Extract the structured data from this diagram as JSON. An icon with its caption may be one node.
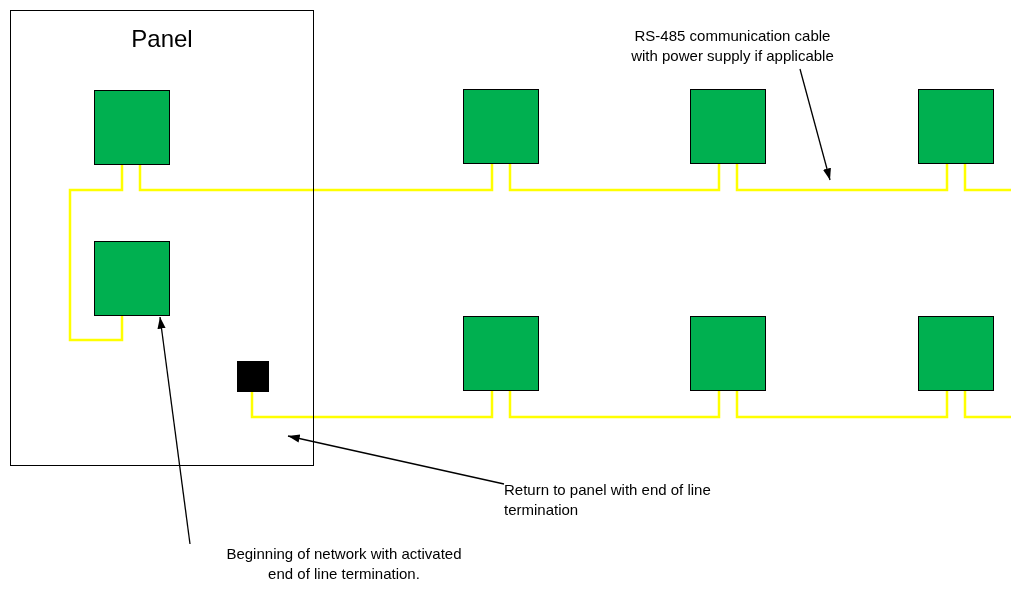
{
  "diagram": {
    "nodes": [
      {
        "text": [
          "Panel"
        ]
      },
      {
        "text": [],
        "shape": "box",
        "in": 0
      },
      {
        "text": [],
        "shape": "box",
        "in": 0
      },
      {
        "text": [],
        "shape": "box",
        "in": 0
      },
      {
        "text": [],
        "shape": "box"
      },
      {
        "text": [],
        "shape": "box"
      },
      {
        "text": [],
        "shape": "box"
      },
      {
        "text": [],
        "shape": "box"
      },
      {
        "text": [],
        "shape": "box"
      },
      {
        "text": [],
        "shape": "box"
      },
      {
        "text": [
          "RS-485 communication cable with power supply if applicable"
        ]
      },
      {
        "text": [
          "Return to panel with end of line termination"
        ]
      },
      {
        "text": [
          "Beginning of network with activated end of line termination."
        ]
      }
    ],
    "edges": [
      {
        "from": 2,
        "to": 1,
        "arrow": "none"
      },
      {
        "from": 1,
        "to": 4,
        "arrow": "none"
      },
      {
        "from": 4,
        "to": 5,
        "arrow": "none"
      },
      {
        "from": 5,
        "to": 6,
        "arrow": "none"
      },
      {
        "from": 6,
        "to": null,
        "arrow": "none"
      },
      {
        "from": 3,
        "to": 7,
        "arrow": "none"
      },
      {
        "from": 7,
        "to": 8,
        "arrow": "none"
      },
      {
        "from": 8,
        "to": 9,
        "arrow": "none"
      },
      {
        "from": 9,
        "to": null,
        "arrow": "none"
      },
      {
        "from": 10,
        "to": null,
        "arrow": "to",
        "color": "#000000"
      },
      {
        "from": 11,
        "to": 0,
        "arrow": "to",
        "color": "#000000"
      },
      {
        "from": 12,
        "to": 2,
        "arrow": "to",
        "color": "#000000"
      }
    ]
  }
}
